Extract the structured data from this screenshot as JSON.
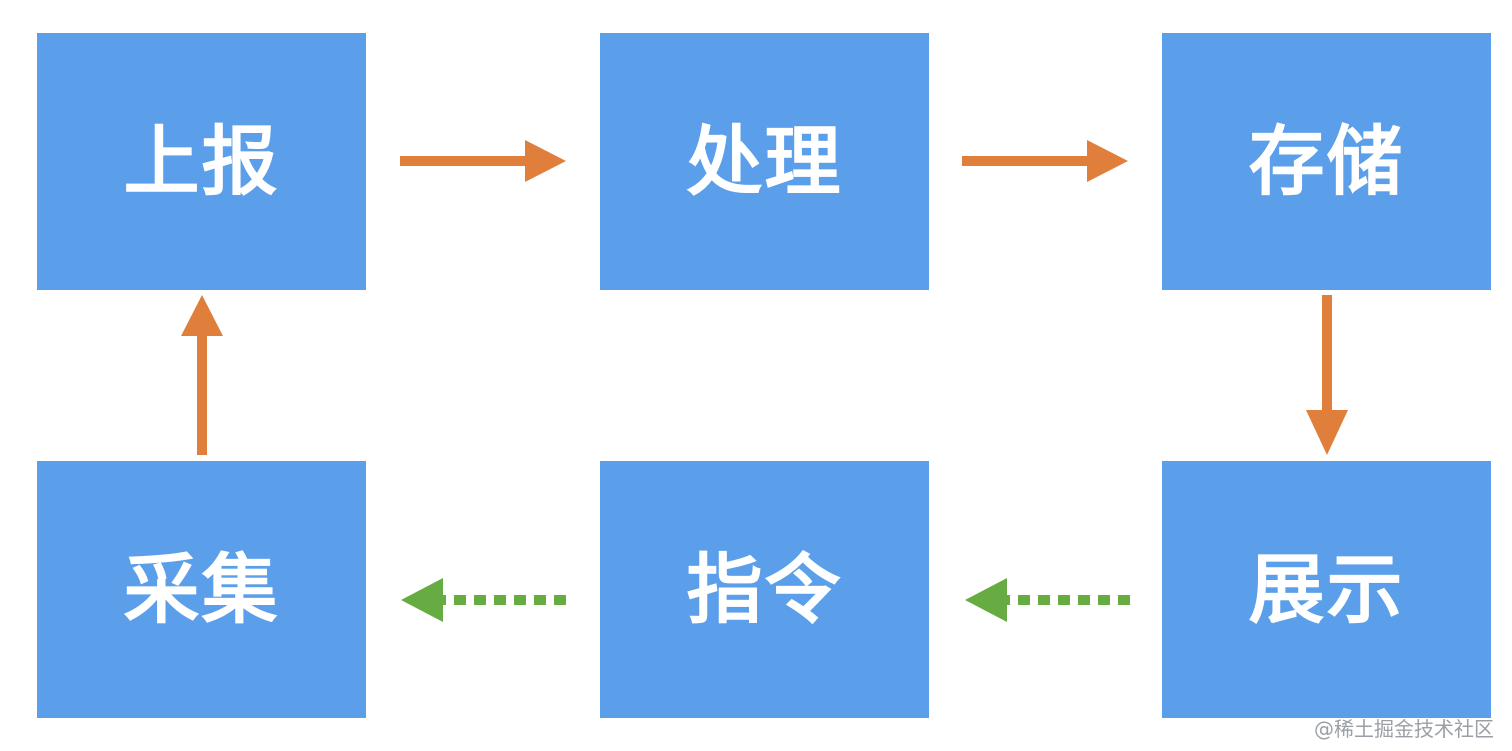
{
  "nodes": {
    "report": "上报",
    "process": "处理",
    "storage": "存储",
    "collect": "采集",
    "command": "指令",
    "display": "展示"
  },
  "colors": {
    "node_fill": "#5b9fea",
    "node_text": "#ffffff",
    "solid_arrow": "#e07e3c",
    "dashed_arrow": "#67ac43"
  },
  "watermark": "@稀土掘金技术社区"
}
